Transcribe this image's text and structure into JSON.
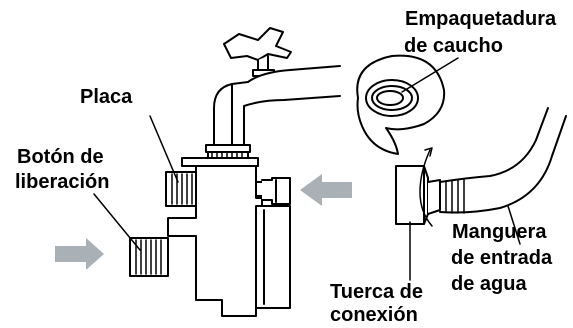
{
  "labels": {
    "placa": "Placa",
    "boton_line1": "Botón de",
    "boton_line2": "liberación",
    "empaquetadura_line1": "Empaquetadura",
    "empaquetadura_line2": "de caucho",
    "manguera_line1": "Manguera",
    "manguera_line2": "de entrada",
    "manguera_line3": "de agua",
    "tuerca_line1": "Tuerca de",
    "tuerca_line2": "conexión"
  },
  "colors": {
    "ink": "#000000",
    "arrow": "#a9b0b6",
    "fill": "#ffffff"
  }
}
